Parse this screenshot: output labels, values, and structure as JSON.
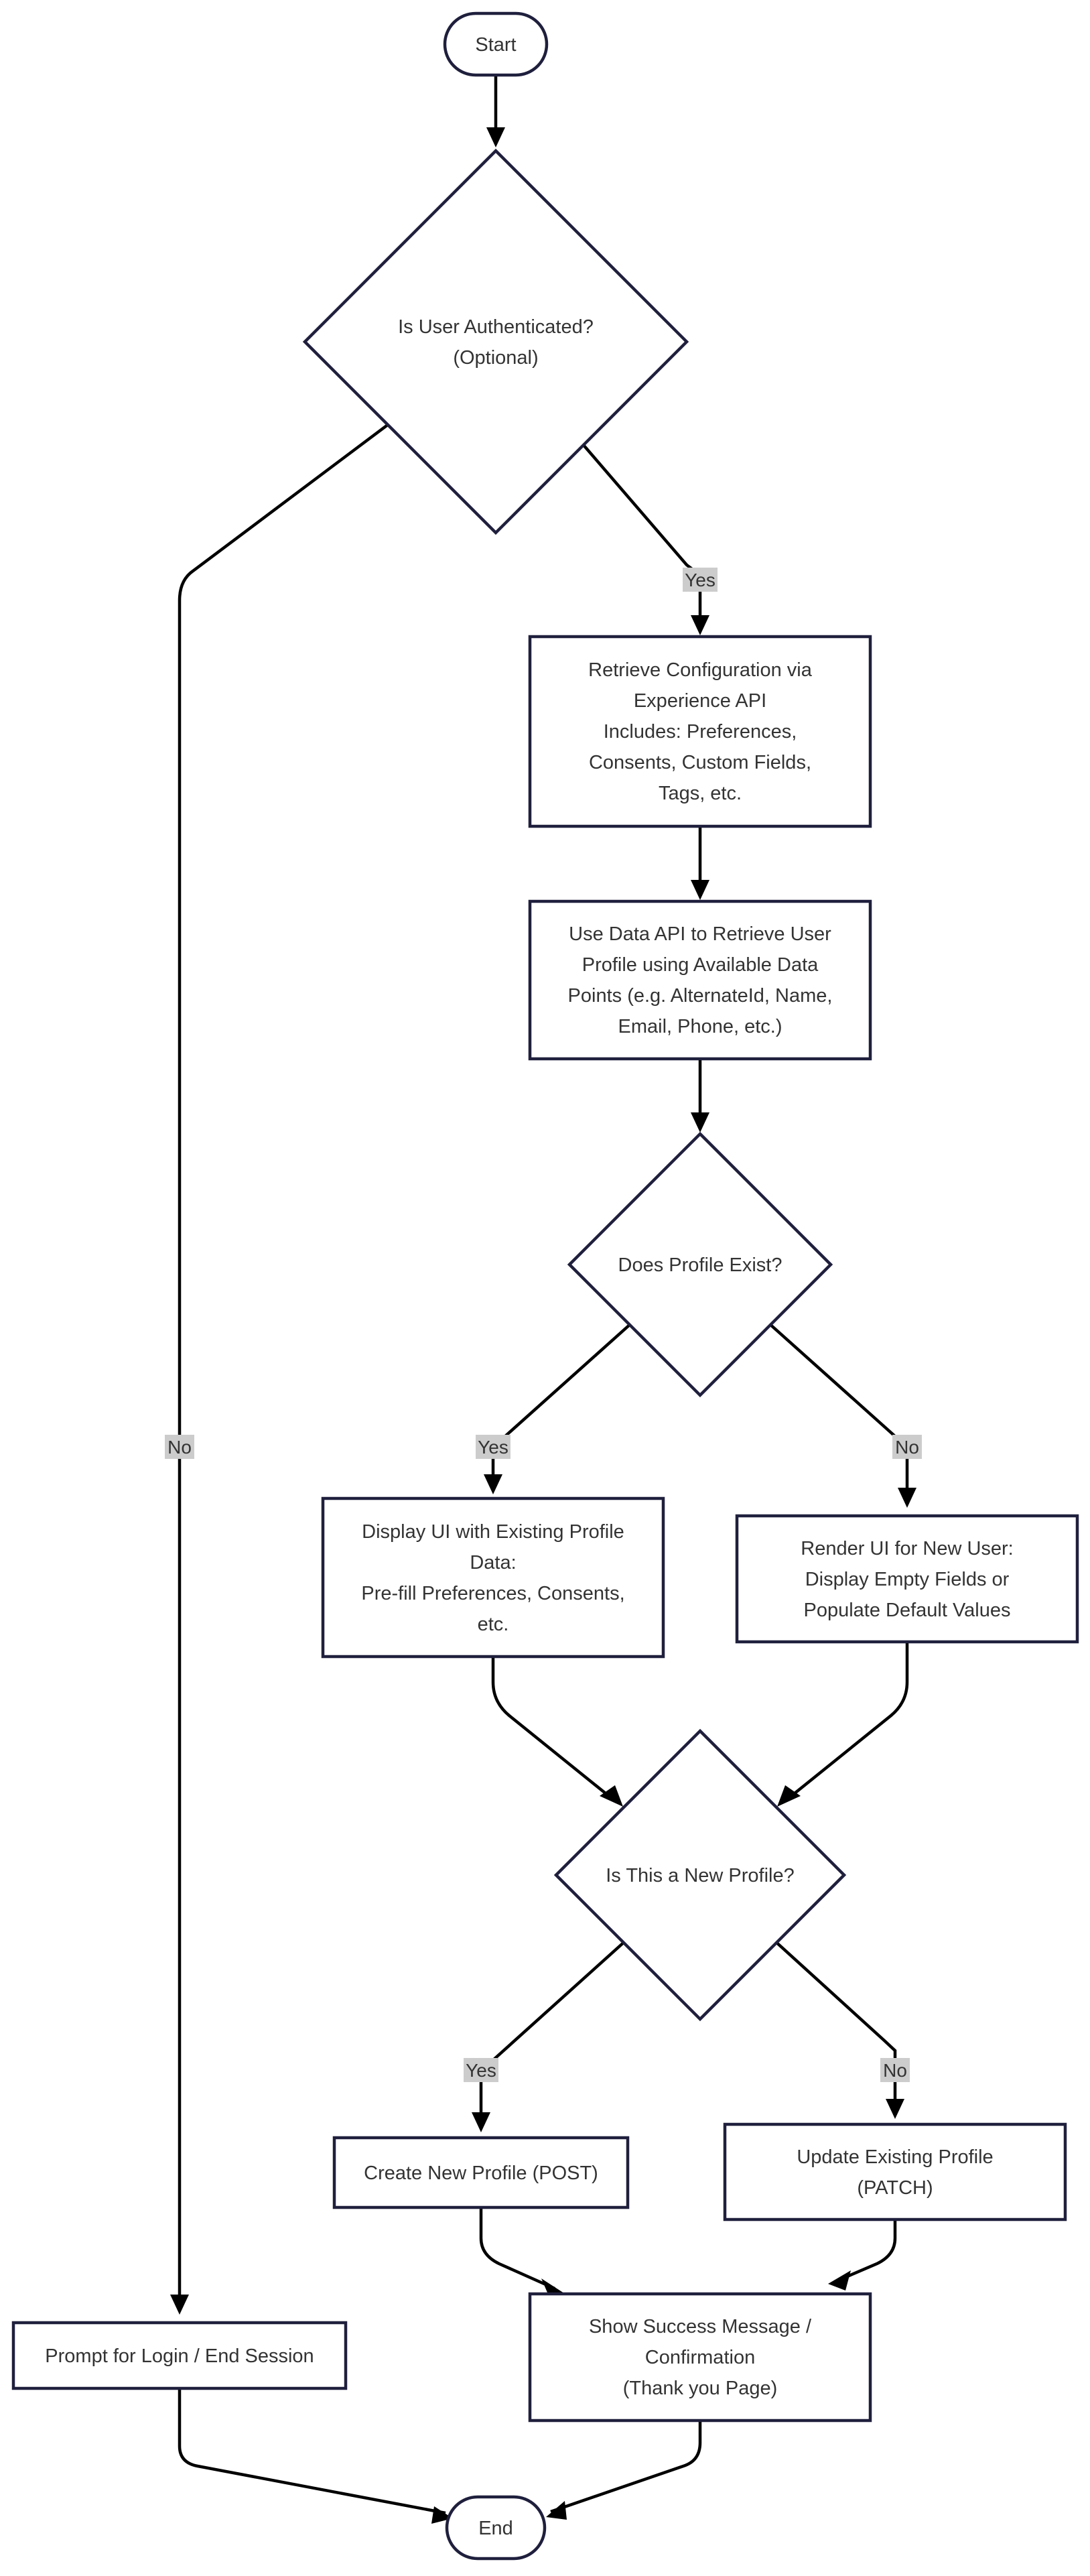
{
  "nodes": {
    "start": {
      "lines": [
        "Start"
      ]
    },
    "auth": {
      "lines": [
        "Is User Authenticated?",
        "(Optional)"
      ]
    },
    "config": {
      "lines": [
        "Retrieve Configuration via",
        "Experience API",
        "Includes: Preferences,",
        "Consents, Custom Fields,",
        "Tags, etc."
      ]
    },
    "dataapi": {
      "lines": [
        "Use Data API to Retrieve User",
        "Profile using Available Data",
        "Points (e.g. AlternateId, Name,",
        "Email, Phone, etc.)"
      ]
    },
    "exists": {
      "lines": [
        "Does Profile Exist?"
      ]
    },
    "existing": {
      "lines": [
        "Display UI with Existing Profile",
        "Data:",
        "Pre-fill Preferences, Consents,",
        "etc."
      ]
    },
    "newuser": {
      "lines": [
        "Render UI for New User:",
        "Display Empty Fields or",
        "Populate Default Values"
      ]
    },
    "isnew": {
      "lines": [
        "Is This a New Profile?"
      ]
    },
    "create": {
      "lines": [
        "Create New Profile (POST)"
      ]
    },
    "update": {
      "lines": [
        "Update Existing Profile",
        "(PATCH)"
      ]
    },
    "success": {
      "lines": [
        "Show Success Message /",
        "Confirmation",
        "(Thank you Page)"
      ]
    },
    "login": {
      "lines": [
        "Prompt for Login / End Session"
      ]
    },
    "end": {
      "lines": [
        "End"
      ]
    }
  },
  "edge_labels": {
    "auth_yes": "Yes",
    "auth_no": "No",
    "exists_yes": "Yes",
    "exists_no": "No",
    "isnew_yes": "Yes",
    "isnew_no": "No"
  },
  "colors": {
    "node_fill": "#ffffff",
    "node_stroke": "#1f1f3d",
    "edge": "#000000",
    "label_bg": "#cccccc",
    "text": "#333333"
  }
}
